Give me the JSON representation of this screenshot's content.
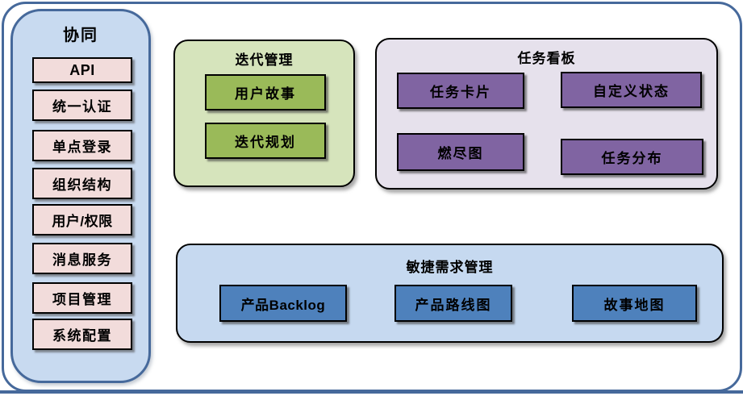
{
  "colors": {
    "frame-border": "#46699b",
    "sidebar-bg": "#c8daf0",
    "pink-box": "#f2dcdb",
    "green-panel": "#d6e4bc",
    "green-box": "#9aba59",
    "purple-panel": "#e6e1ec",
    "purple-box": "#8064a2",
    "blue-panel": "#c6d9f0",
    "blue-box": "#4e81bc"
  },
  "sidebar": {
    "title": "协同",
    "items": [
      "API",
      "统一认证",
      "单点登录",
      "组织结构",
      "用户/权限",
      "消息服务",
      "项目管理",
      "系统配置"
    ]
  },
  "iteration_panel": {
    "title": "迭代管理",
    "items": [
      "用户故事",
      "迭代规划"
    ]
  },
  "kanban_panel": {
    "title": "任务看板",
    "items": [
      "任务卡片",
      "自定义状态",
      "燃尽图",
      "任务分布"
    ]
  },
  "requirements_panel": {
    "title": "敏捷需求管理",
    "items": [
      "产品Backlog",
      "产品路线图",
      "故事地图"
    ]
  }
}
